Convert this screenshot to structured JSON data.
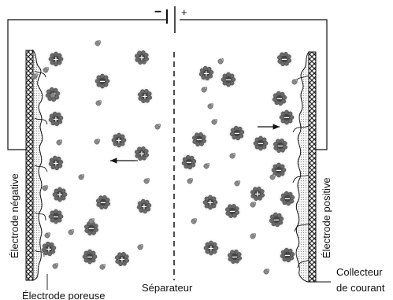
{
  "battery": {
    "minus_sign": "−",
    "plus_sign": "+"
  },
  "labels": {
    "negative_electrode": "Électrode négative",
    "positive_electrode": "Électrode positive",
    "separator": "Séparateur",
    "porous_electrode": "Électrode poreuse",
    "current_collector_line1": "Collecteur",
    "current_collector_line2": "de courant"
  },
  "ions": {
    "positive_symbol": "+",
    "negative_symbol": "−"
  }
}
